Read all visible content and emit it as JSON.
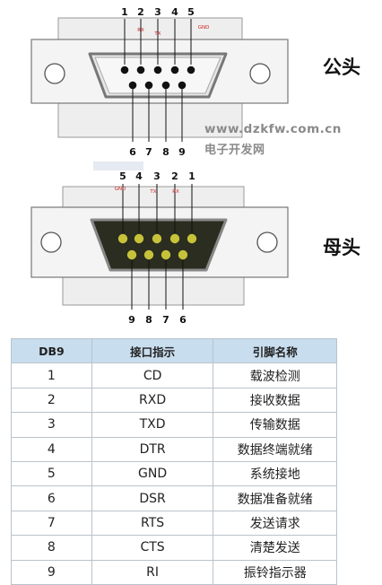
{
  "diagram": {
    "male": {
      "label": "公头",
      "top_numbers": [
        "1",
        "2",
        "3",
        "4",
        "5"
      ],
      "bottom_numbers": [
        "6",
        "7",
        "8",
        "9"
      ],
      "signal_tags": [
        "RX",
        "TX",
        "GND"
      ]
    },
    "female": {
      "label": "母头",
      "top_numbers": [
        "5",
        "4",
        "3",
        "2",
        "1"
      ],
      "bottom_numbers": [
        "9",
        "8",
        "7",
        "6"
      ],
      "signal_tags": [
        "GND",
        "TX",
        "RX"
      ]
    },
    "watermark": {
      "url": "www.dzkfw.com.cn",
      "name": "电子开发网"
    },
    "colors": {
      "female_face": "#2a2d1f",
      "female_pin": "#c6c23a",
      "tag_red": "#cc2222",
      "header_blue": "#c8ddee"
    }
  },
  "table": {
    "headers": [
      "DB9",
      "接口指示",
      "引脚名称"
    ],
    "rows": [
      [
        "1",
        "CD",
        "载波检测"
      ],
      [
        "2",
        "RXD",
        "接收数据"
      ],
      [
        "3",
        "TXD",
        "传输数据"
      ],
      [
        "4",
        "DTR",
        "数据终端就绪"
      ],
      [
        "5",
        "GND",
        "系统接地"
      ],
      [
        "6",
        "DSR",
        "数据准备就绪"
      ],
      [
        "7",
        "RTS",
        "发送请求"
      ],
      [
        "8",
        "CTS",
        "清楚发送"
      ],
      [
        "9",
        "RI",
        "振铃指示器"
      ]
    ]
  }
}
